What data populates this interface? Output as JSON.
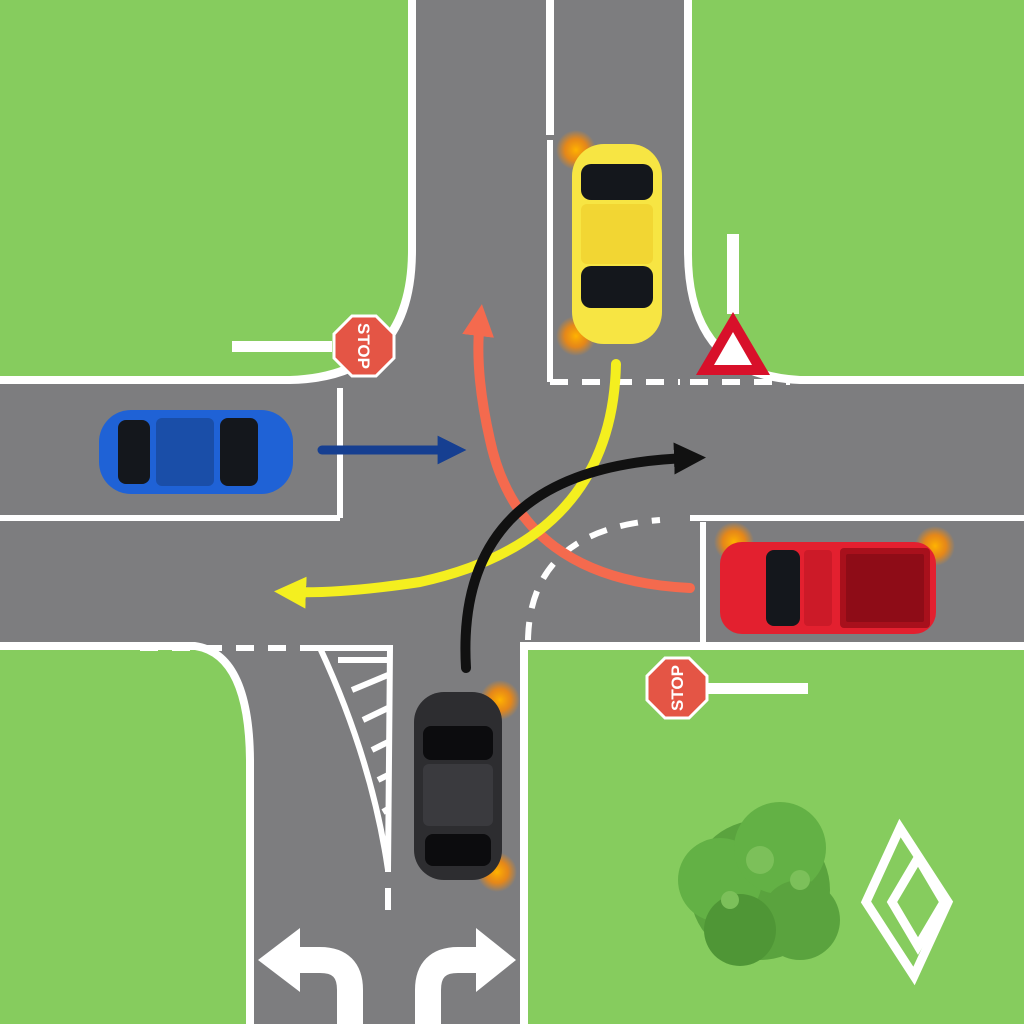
{
  "scene": {
    "colors": {
      "grass": "#86cc5e",
      "road": "#7d7d7f",
      "marking": "#ffffff",
      "blue_path": "#163f91",
      "yellow_path": "#f4ef1f",
      "orange_path": "#f46a4e",
      "black_path": "#111111"
    }
  },
  "signs": {
    "stop_top_left": {
      "text": "STOP",
      "color": "#e45545"
    },
    "stop_bottom_right": {
      "text": "STOP",
      "color": "#e45545"
    },
    "yield": {
      "color": "#d8102a"
    }
  },
  "vehicles": [
    {
      "name": "blue-car",
      "color": "#1f62d6",
      "heading": "east",
      "indicator": "none"
    },
    {
      "name": "yellow-car",
      "color": "#f7e543",
      "heading": "south",
      "indicator": "right"
    },
    {
      "name": "red-pickup",
      "color": "#e3202f",
      "heading": "west",
      "indicator": "right"
    },
    {
      "name": "black-car",
      "color": "#2d2d30",
      "heading": "north",
      "indicator": "right"
    }
  ],
  "logo": {
    "name": "renault-diamond-logo",
    "color": "#ffffff"
  },
  "icons": [
    "left-turn-arrow-icon",
    "right-turn-arrow-icon",
    "bush-icon"
  ]
}
